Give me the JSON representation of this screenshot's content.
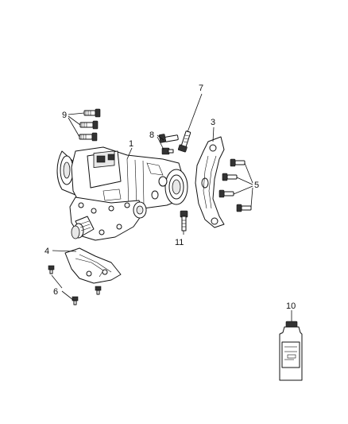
{
  "callouts": {
    "c1": "1",
    "c3": "3",
    "c4": "4",
    "c5": "5",
    "c6": "6",
    "c7": "7",
    "c8": "8",
    "c9": "9",
    "c10": "10",
    "c11": "11"
  },
  "colors": {
    "line": "#111111",
    "background": "#ffffff"
  }
}
